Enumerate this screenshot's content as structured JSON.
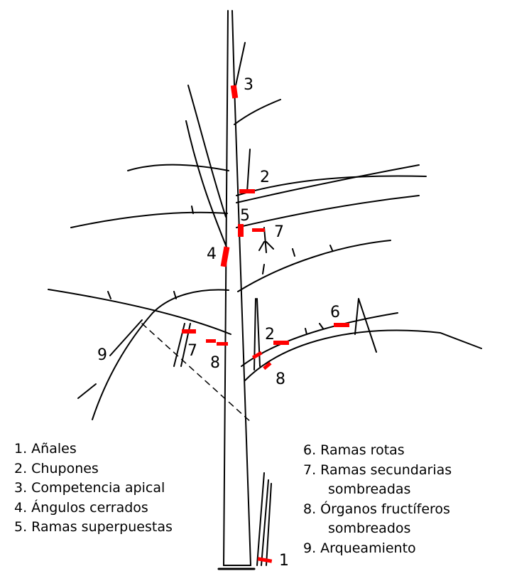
{
  "diagram": {
    "colors": {
      "ink": "#000000",
      "mark": "#ff0000"
    },
    "markers": [
      "1",
      "2",
      "3",
      "4",
      "5",
      "6",
      "7",
      "8",
      "9",
      "2",
      "7",
      "8"
    ],
    "legend_left": [
      "1. Añales",
      "2. Chupones",
      "3. Competencia apical",
      "4. Ángulos cerrados",
      "5. Ramas superpuestas"
    ],
    "legend_right": [
      "6. Ramas rotas",
      "7. Ramas secundarias",
      "sombreadas",
      "8. Órganos fructíferos",
      "sombreados",
      "9. Arqueamiento"
    ]
  }
}
